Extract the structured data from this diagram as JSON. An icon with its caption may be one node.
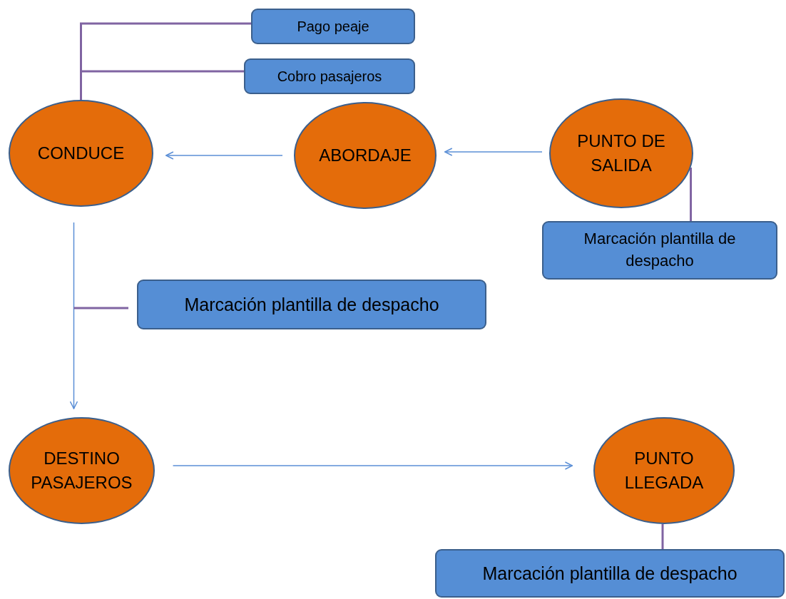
{
  "diagram": {
    "nodes": [
      {
        "text": [
          "Pago peaje"
        ]
      },
      {
        "text": [
          "Cobro pasajeros"
        ]
      },
      {
        "text": [
          "CONDUCE"
        ]
      },
      {
        "text": [
          "ABORDAJE"
        ]
      },
      {
        "text": [
          "PUNTO DE SALIDA"
        ]
      },
      {
        "text": [
          "Marcación plantilla de despacho"
        ]
      },
      {
        "text": [
          "Marcación plantilla de despacho"
        ]
      },
      {
        "text": [
          "DESTINO PASAJEROS"
        ]
      },
      {
        "text": [
          "PUNTO LLEGADA"
        ]
      },
      {
        "text": [
          "Marcación plantilla de despacho"
        ]
      }
    ],
    "edges": [
      {
        "from": 2,
        "to": 0,
        "arrow": "none"
      },
      {
        "from": 2,
        "to": 1,
        "arrow": "none"
      },
      {
        "from": 3,
        "to": 2,
        "arrow": "to",
        "color": "#5b8fd6"
      },
      {
        "from": 4,
        "to": 3,
        "arrow": "to",
        "color": "#5b8fd6"
      },
      {
        "from": 4,
        "to": 5,
        "arrow": "none"
      },
      {
        "from": 2,
        "to": 7,
        "arrow": "to",
        "color": "#5b8fd6"
      },
      {
        "from": 6,
        "to": null,
        "arrow": "none"
      },
      {
        "from": 7,
        "to": 8,
        "arrow": "to",
        "color": "#5b8fd6"
      },
      {
        "from": 8,
        "to": 9,
        "arrow": "none"
      }
    ]
  }
}
